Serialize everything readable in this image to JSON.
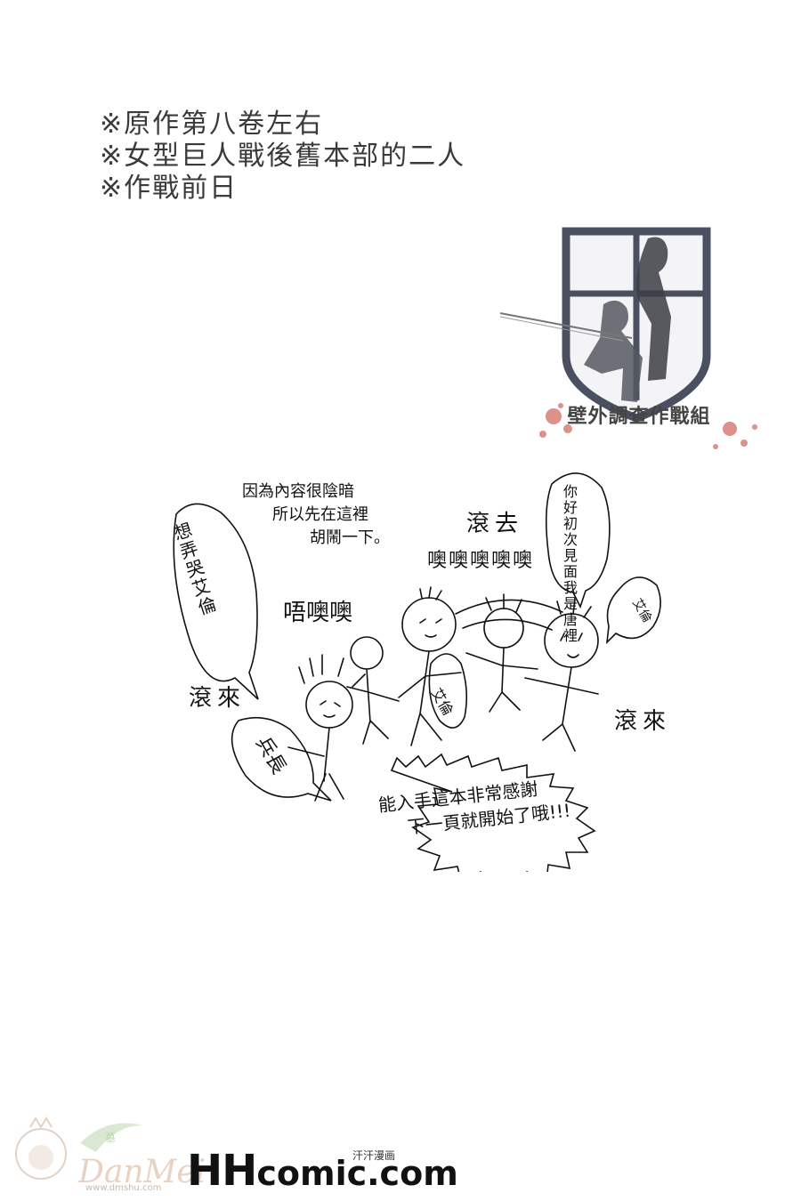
{
  "notes": [
    "※原作第八卷左右",
    "※女型巨人戰後舊本部的二人",
    "※作戰前日"
  ],
  "logo": {
    "title": "壁外調查作戰組",
    "emblem_color": "#4a5060"
  },
  "doodle": {
    "intro": [
      "因為內容很陰暗",
      "所以先在這裡",
      "胡鬧一下。"
    ],
    "left_bubble": "想弄哭艾倫",
    "cry_small": "唔噢噢",
    "cry_top": "噢噢噢噢噢",
    "roll_top": "滾去",
    "greeting_bubble": [
      "你好初次",
      "見面我是",
      "唐裡"
    ],
    "eren_bubble_right": "艾倫",
    "roll_left": "滾來",
    "roll_right": "滾來",
    "captain_bubble": "兵長",
    "eren_bubble_mid": "艾倫",
    "thanks": [
      "能入手這本非常感謝",
      "下一頁就開始了哦!!!"
    ]
  },
  "footer": {
    "brand_h": "HH",
    "brand_rest": "comic.com",
    "brand_cn": "汗汗漫画",
    "watermark_name": "DanMei",
    "watermark_url": "www.dmshu.com",
    "watermark_mark": "墓"
  }
}
